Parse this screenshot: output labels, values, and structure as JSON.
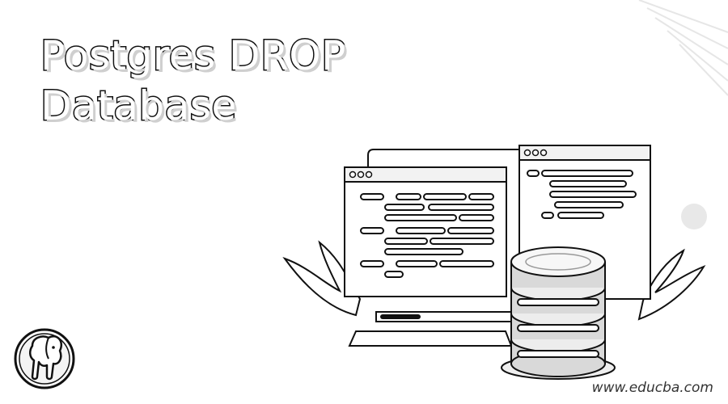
{
  "title": {
    "line1": "Postgres DROP",
    "line2": "Database"
  },
  "watermark": "www.educba.com",
  "icons": {
    "logo": "postgresql-elephant-icon",
    "database": "database-cylinder-icon",
    "code_window_left": "code-window-icon",
    "code_window_right": "code-window-icon"
  },
  "colors": {
    "background": "#ffffff",
    "ink": "#111111",
    "shade": "#cfcfcf"
  }
}
